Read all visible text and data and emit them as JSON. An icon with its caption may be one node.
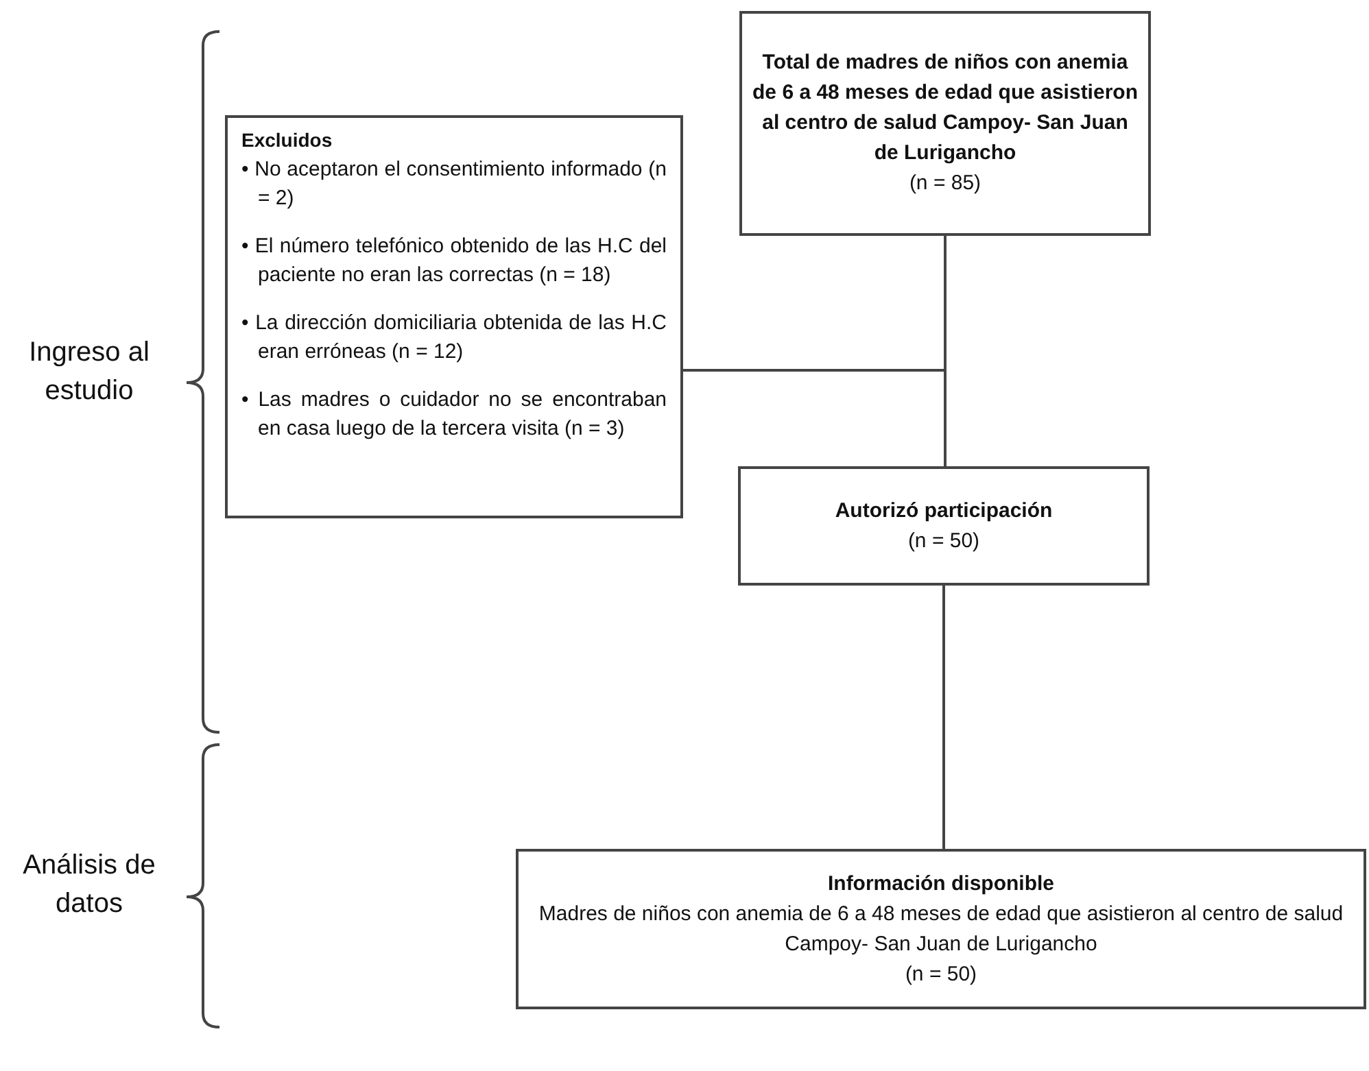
{
  "diagram": {
    "nodes": [
      {
        "text": [
          "Total de madres de niños con anemia de 6 a 48 meses de edad que asistieron al centro de salud Campoy- San Juan de Lurigancho",
          "(n = 85)"
        ]
      },
      {
        "text": [
          "Excluidos",
          "• No aceptaron el consentimiento informado (n = 2)",
          "• El número telefónico obtenido de las H.C del paciente no eran las correctas (n = 18)",
          "• La dirección domiciliaria obtenida de las H.C eran erróneas (n = 12)",
          "• Las madres o cuidador no se encontraban en casa luego de la tercera visita (n = 3)"
        ]
      },
      {
        "text": [
          "Autorizó participación",
          "(n = 50)"
        ]
      },
      {
        "text": [
          "Información disponible",
          "Madres de niños con anemia de 6 a 48 meses de edad que asistieron al centro de salud Campoy- San Juan de Lurigancho",
          "(n = 50)"
        ]
      }
    ],
    "edges": [
      {
        "from": 0,
        "to": 2,
        "arrow": "none"
      },
      {
        "from": 0,
        "to": 1,
        "arrow": "none"
      },
      {
        "from": 2,
        "to": 3,
        "arrow": "none"
      }
    ],
    "labels": [
      "Ingreso al estudio",
      "Análisis de datos"
    ]
  }
}
